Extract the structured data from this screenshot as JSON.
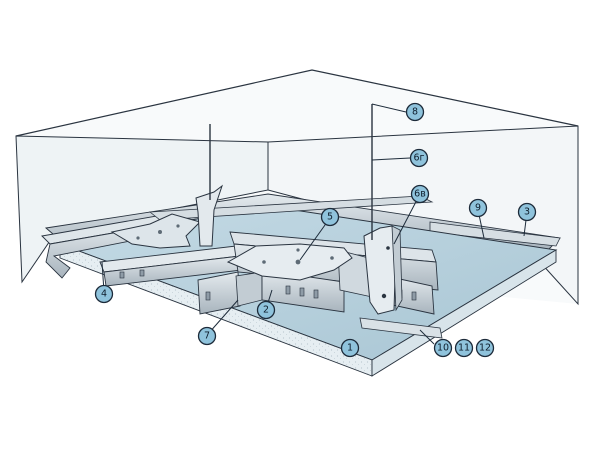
{
  "callouts": [
    {
      "label": "1"
    },
    {
      "label": "2"
    },
    {
      "label": "3"
    },
    {
      "label": "4"
    },
    {
      "label": "5"
    },
    {
      "label": "6в"
    },
    {
      "label": "6г"
    },
    {
      "label": "7"
    },
    {
      "label": "8"
    },
    {
      "label": "9"
    },
    {
      "label": "10"
    },
    {
      "label": "11"
    },
    {
      "label": "12"
    }
  ],
  "colors": {
    "board": "#b9d2de",
    "board_edge": "#dde9ef",
    "metal": "#cdd6dd",
    "metal_dark": "#8f9ca7",
    "outline": "#2a3440",
    "callout_fill": "#8fc3dc"
  }
}
